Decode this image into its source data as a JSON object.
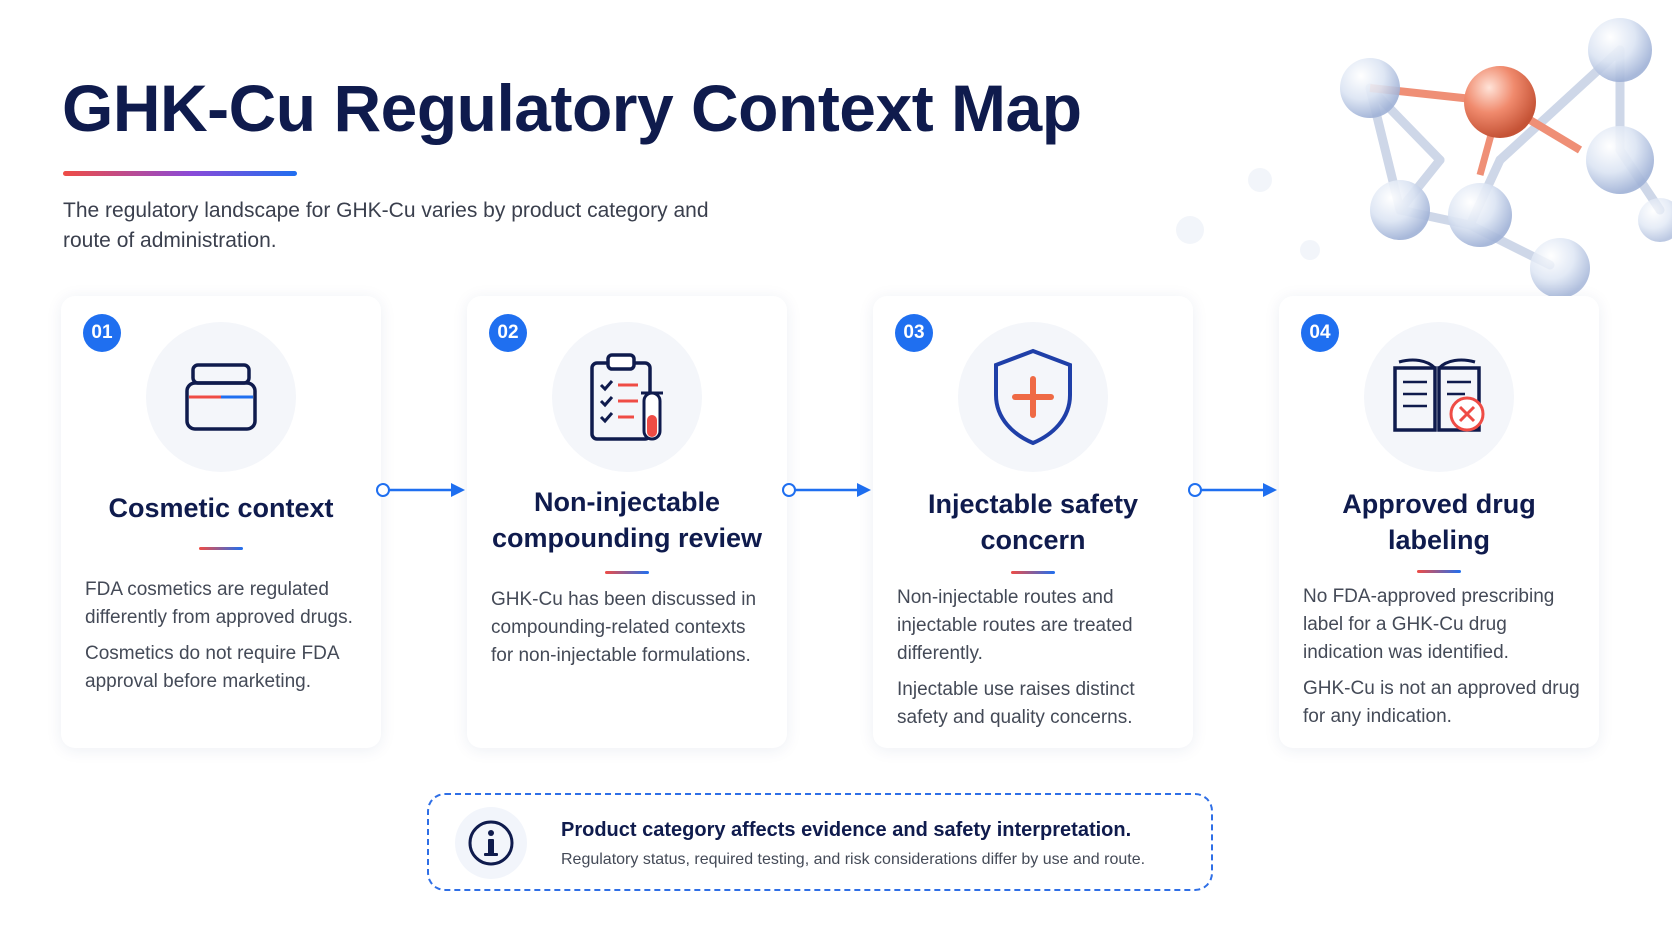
{
  "header": {
    "title": "GHK-Cu Regulatory Context Map",
    "subtitle": "The regulatory landscape for GHK-Cu varies by product category and route of administration."
  },
  "colors": {
    "navy": "#0f1b4d",
    "blue": "#1f6ff0",
    "red": "#ef4c45"
  },
  "cards": [
    {
      "number": "01",
      "icon": "cosmetic-jar-icon",
      "title": "Cosmetic context",
      "paragraphs": [
        "FDA cosmetics are regulated differently from approved drugs.",
        "Cosmetics do not require FDA approval before marketing."
      ]
    },
    {
      "number": "02",
      "icon": "clipboard-checklist-icon",
      "title": "Non-injectable compounding review",
      "paragraphs": [
        "GHK-Cu has been discussed in compounding-related contexts for non-injectable formulations."
      ]
    },
    {
      "number": "03",
      "icon": "shield-plus-icon",
      "title": "Injectable safety concern",
      "paragraphs": [
        "Non-injectable routes and injectable routes are treated differently.",
        "Injectable use raises distinct safety and quality concerns."
      ]
    },
    {
      "number": "04",
      "icon": "book-x-icon",
      "title": "Approved drug labeling",
      "paragraphs": [
        "No FDA-approved prescribing label for a GHK-Cu drug indication was identified.",
        "GHK-Cu is not an approved drug for any indication."
      ]
    }
  ],
  "callout": {
    "icon": "info-icon",
    "title": "Product category affects evidence and safety interpretation.",
    "text": "Regulatory status, required testing, and risk considerations differ by use and route."
  }
}
